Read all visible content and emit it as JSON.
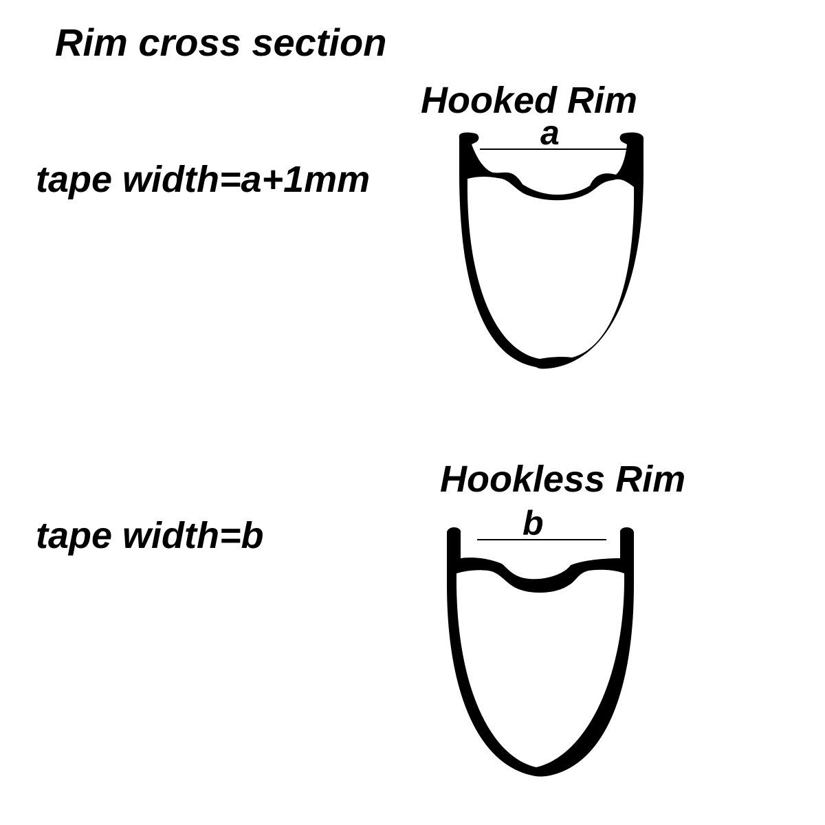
{
  "title": "Rim cross section",
  "colors": {
    "background": "#ffffff",
    "ink": "#000000"
  },
  "hooked": {
    "name": "Hooked Rim",
    "dimension_label": "a",
    "formula": "tape width=a+1mm"
  },
  "hookless": {
    "name": "Hookless Rim",
    "dimension_label": "b",
    "formula": "tape width=b"
  }
}
